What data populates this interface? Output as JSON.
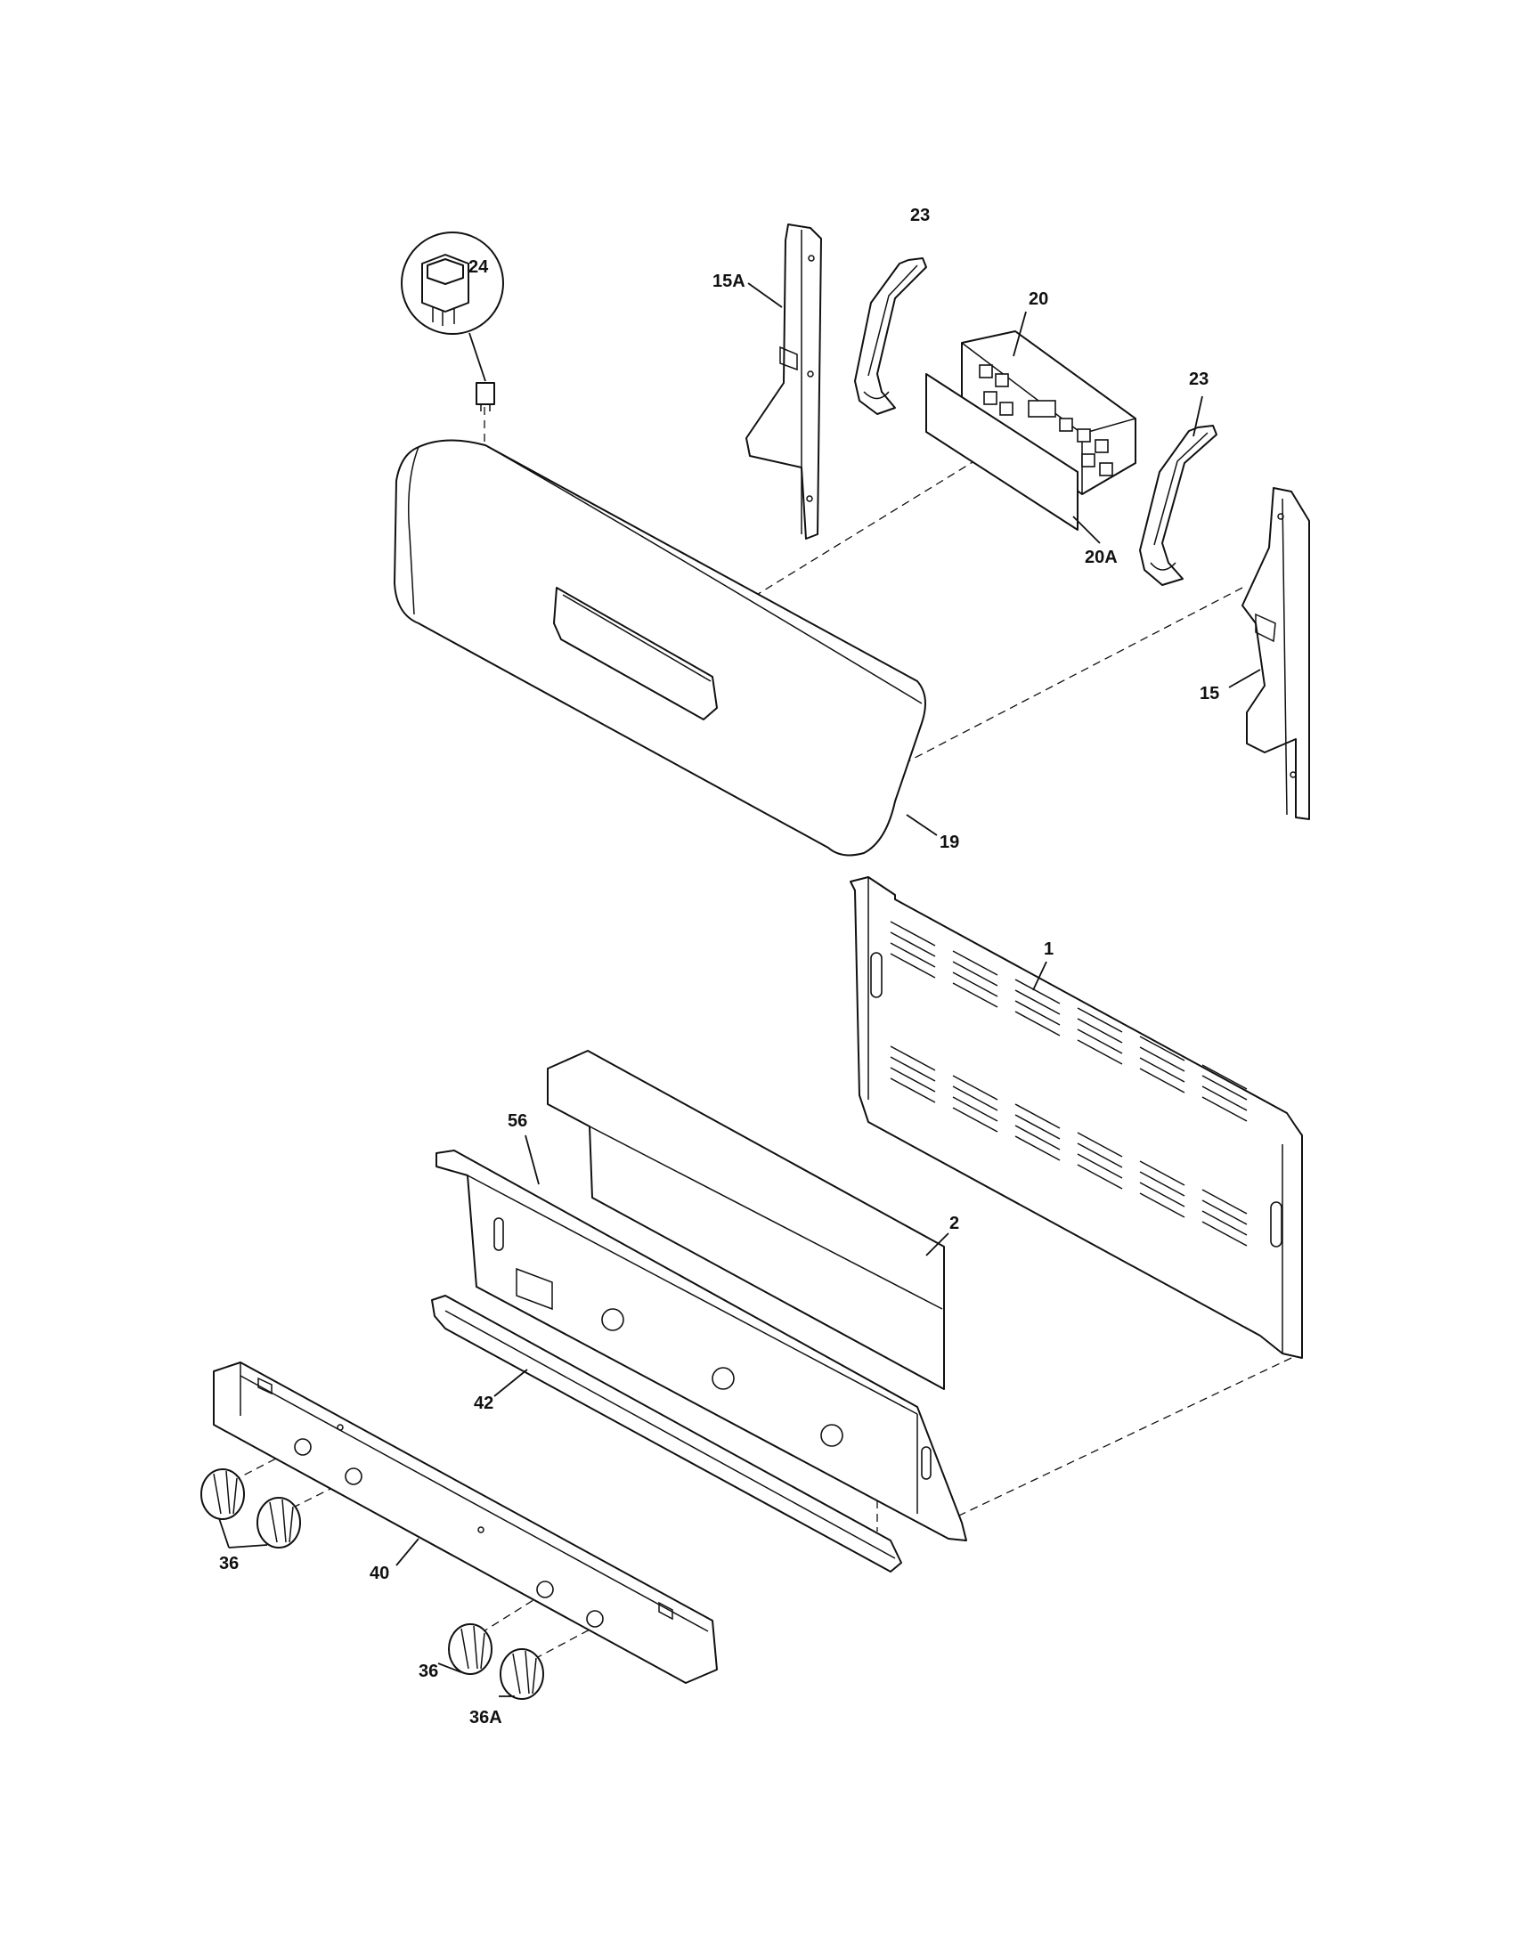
{
  "diagram": {
    "callouts": {
      "c24": "24",
      "c15a": "15A",
      "c23_top": "23",
      "c20": "20",
      "c23_right": "23",
      "c20a": "20A",
      "c15": "15",
      "c19": "19",
      "c1": "1",
      "c56": "56",
      "c2": "2",
      "c42": "42",
      "c36_left": "36",
      "c40": "40",
      "c36_bottom": "36",
      "c36a": "36A"
    }
  }
}
